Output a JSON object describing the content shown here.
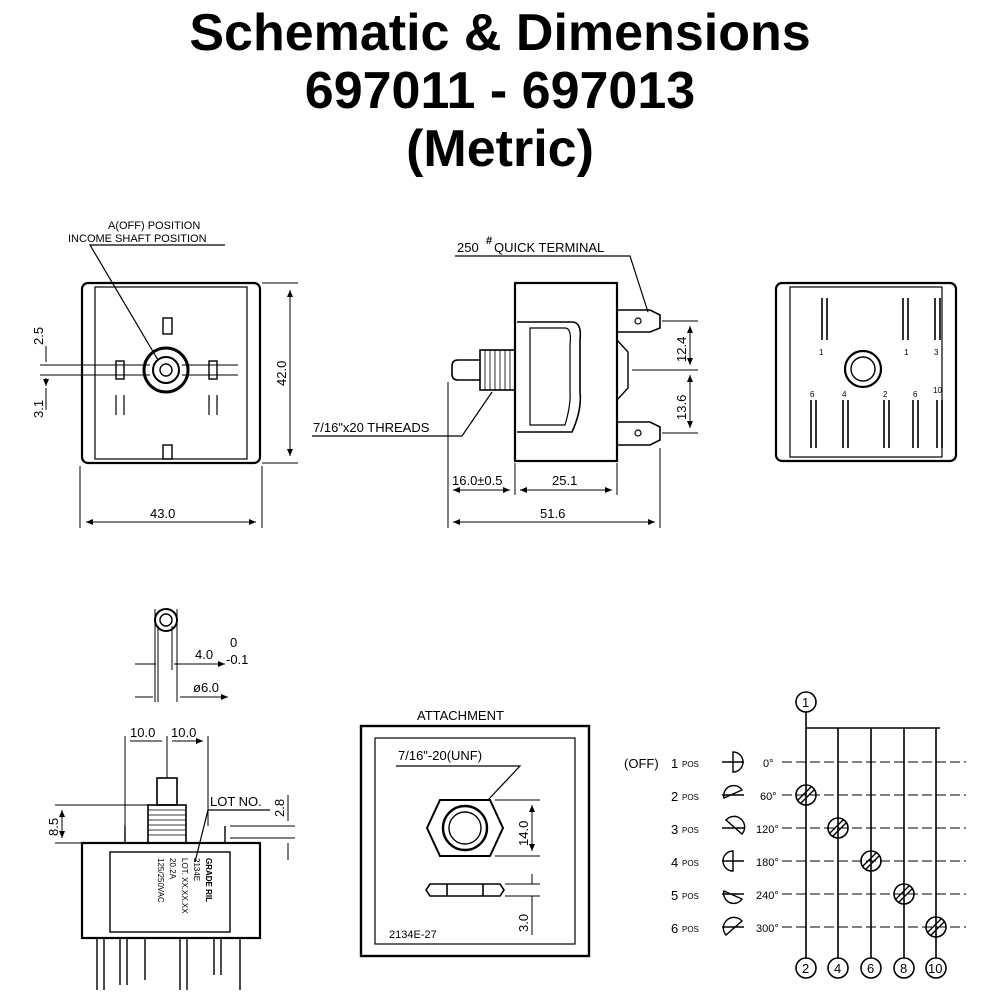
{
  "title": {
    "line1": "Schematic & Dimensions",
    "line2": "697011 - 697013",
    "line3": "(Metric)"
  },
  "front_view": {
    "callout_line1": "A(OFF) POSITION",
    "callout_line2": "INCOME SHAFT POSITION",
    "dim_2_5": "2.5",
    "dim_3_1": "3.1",
    "dim_42": "42.0",
    "dim_43": "43.0"
  },
  "side_view": {
    "terminal_prefix": "250",
    "terminal_sup": "#",
    "terminal_suffix": " QUICK TERMINAL",
    "threads": "7/16\"x20 THREADS",
    "dim_12_4": "12.4",
    "dim_13_6": "13.6",
    "dim_16": "16.0±0.5",
    "dim_25_1": "25.1",
    "dim_51_6": "51.6"
  },
  "rear_view": {
    "top_labels": [
      "1",
      "1",
      "3"
    ],
    "bottom_labels": [
      "6",
      "4",
      "2",
      "6",
      "10"
    ]
  },
  "shaft_detail": {
    "dim_4": "4.0",
    "tol_upper": "0",
    "tol_lower": "-0.1",
    "dim_dia": "ø6.0"
  },
  "lower_side": {
    "dim_10a": "10.0",
    "dim_10b": "10.0",
    "dim_8_5": "8.5",
    "lot_no": "LOT NO.",
    "dim_2_8": "2.8",
    "label_lines": [
      "GRADE RIL",
      "2134E",
      "LOT. XX.XX.XX",
      "20.2A",
      "125/250VAC"
    ]
  },
  "attachment": {
    "heading": "ATTACHMENT",
    "thread": "7/16\"-20(UNF)",
    "dim_14": "14.0",
    "dim_3": "3.0",
    "code": "2134E-27"
  },
  "schematic": {
    "top_terminal": "1",
    "positions": [
      {
        "prefix": "(OFF)",
        "num": "1",
        "unit": "POS",
        "angle": "0°"
      },
      {
        "prefix": "",
        "num": "2",
        "unit": "POS",
        "angle": "60°"
      },
      {
        "prefix": "",
        "num": "3",
        "unit": "POS",
        "angle": "120°"
      },
      {
        "prefix": "",
        "num": "4",
        "unit": "POS",
        "angle": "180°"
      },
      {
        "prefix": "",
        "num": "5",
        "unit": "POS",
        "angle": "240°"
      },
      {
        "prefix": "",
        "num": "6",
        "unit": "POS",
        "angle": "300°"
      }
    ],
    "bottom_terminals": [
      "2",
      "4",
      "6",
      "8",
      "10"
    ]
  }
}
